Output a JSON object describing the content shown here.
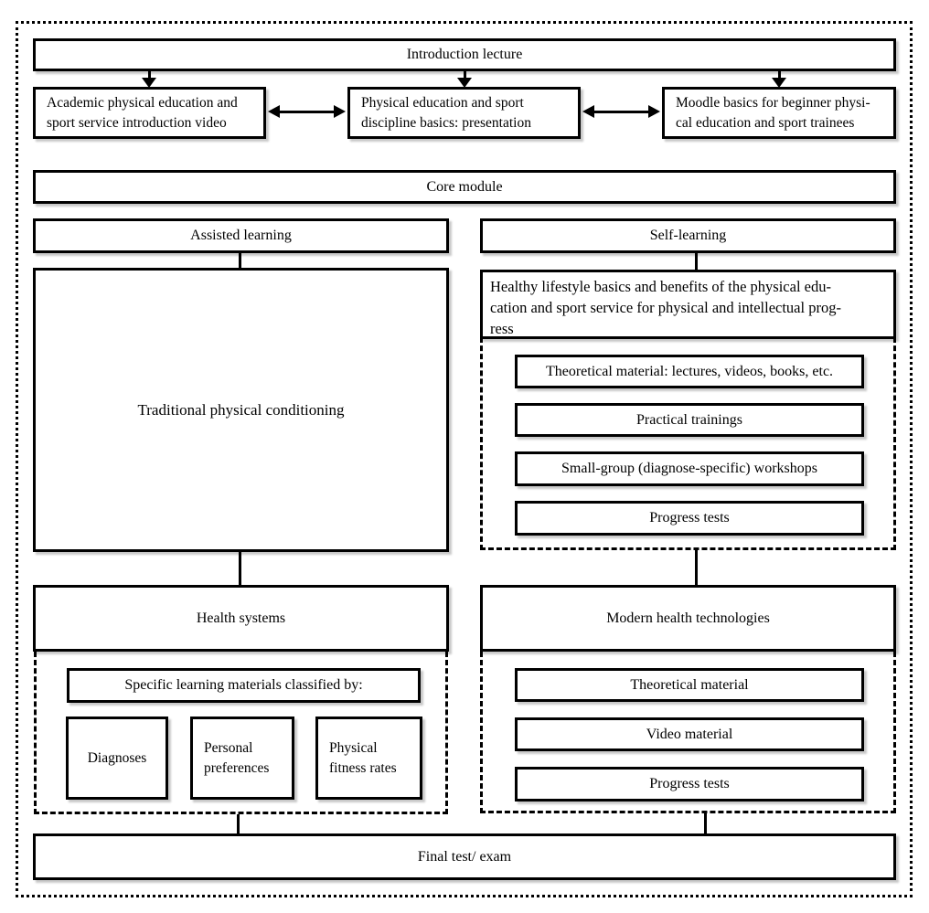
{
  "diagram": {
    "intro": {
      "label": "Introduction lecture"
    },
    "intro_children": [
      {
        "lines": [
          "Academic physical education and",
          "sport service introduction video"
        ]
      },
      {
        "lines": [
          "Physical education and sport",
          "discipline basics: presentation"
        ]
      },
      {
        "lines": [
          "Moodle basics for beginner physi-",
          "cal education and sport trainees"
        ]
      }
    ],
    "core": {
      "label": "Core module"
    },
    "left": {
      "header": "Assisted learning",
      "main_box": "Traditional physical conditioning",
      "sub_header": "Health systems",
      "materials_title": "Specific learning materials classified by:",
      "materials": [
        {
          "lines": [
            "Diagnoses"
          ]
        },
        {
          "lines": [
            "Personal",
            "preferences"
          ]
        },
        {
          "lines": [
            "Physical",
            "fitness rates"
          ]
        }
      ]
    },
    "right": {
      "header": "Self-learning",
      "main_box_lines": [
        "Healthy lifestyle basics and benefits of the physical edu-",
        "cation and sport service for physical and intellectual prog-",
        "ress"
      ],
      "activities": [
        "Theoretical material: lectures, videos, books, etc.",
        "Practical trainings",
        "Small-group (diagnose-specific) workshops",
        "Progress tests"
      ],
      "sub_header": "Modern health technologies",
      "resources": [
        "Theoretical material",
        "Video material",
        "Progress tests"
      ]
    },
    "final": {
      "label": "Final test/ exam"
    }
  },
  "colors": {
    "line": "#000000",
    "background": "#ffffff",
    "shadow": "#c8c8c8"
  }
}
